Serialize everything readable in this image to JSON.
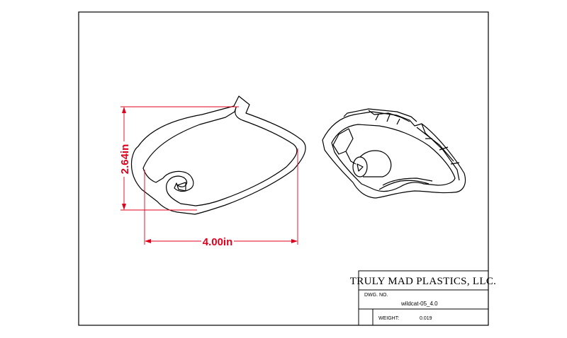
{
  "drawing": {
    "dimensions": {
      "height": "2.64in",
      "width": "4.00in"
    },
    "colors": {
      "dimension": "#e0001b",
      "line": "#000000"
    }
  },
  "title_block": {
    "company": "TRULY MAD PLASTICS, LLC.",
    "dwg_no_label": "DWG. NO.",
    "dwg_no_value": "wildcat-05_4.0",
    "weight_label": "WEIGHT:",
    "weight_value": "0.019"
  }
}
